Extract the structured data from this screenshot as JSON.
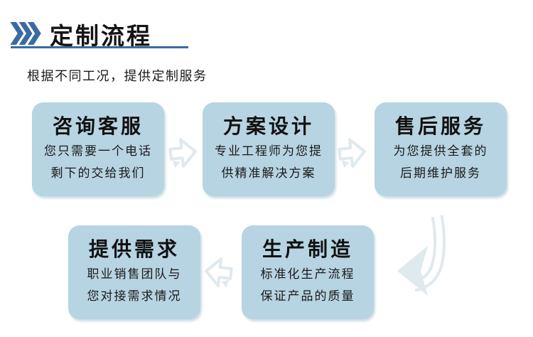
{
  "header": {
    "title": "定制流程",
    "subtitle": "根据不同工况，提供定制服务"
  },
  "steps": [
    {
      "title": "咨询客服",
      "lines": [
        "您只需要一个电话",
        "剩下的交给我们"
      ]
    },
    {
      "title": "方案设计",
      "lines": [
        "专业工程师为您提",
        "供精准解决方案"
      ]
    },
    {
      "title": "售后服务",
      "lines": [
        "为您提供全套的",
        "后期维护服务"
      ]
    },
    {
      "title": "提供需求",
      "lines": [
        "职业销售团队与",
        "您对接需求情况"
      ]
    },
    {
      "title": "生产制造",
      "lines": [
        "标准化生产流程",
        "保证产品的质量"
      ]
    }
  ],
  "flow": {
    "arrows": [
      {
        "icon": "arrow-right-icon",
        "from": "咨询客服",
        "to": "方案设计"
      },
      {
        "icon": "arrow-right-icon",
        "from": "方案设计",
        "to": "售后服务"
      },
      {
        "icon": "arrow-curved-down-left-icon",
        "from": "售后服务",
        "to": "生产制造"
      },
      {
        "icon": "arrow-left-icon",
        "from": "生产制造",
        "to": "提供需求"
      }
    ]
  },
  "colors": {
    "accent": "#3a6ba3",
    "box_fill": "#b7d4e2",
    "arrow_outline": "#dfe9ee",
    "title_text": "#141414",
    "body_text": "#1a1a1a"
  }
}
